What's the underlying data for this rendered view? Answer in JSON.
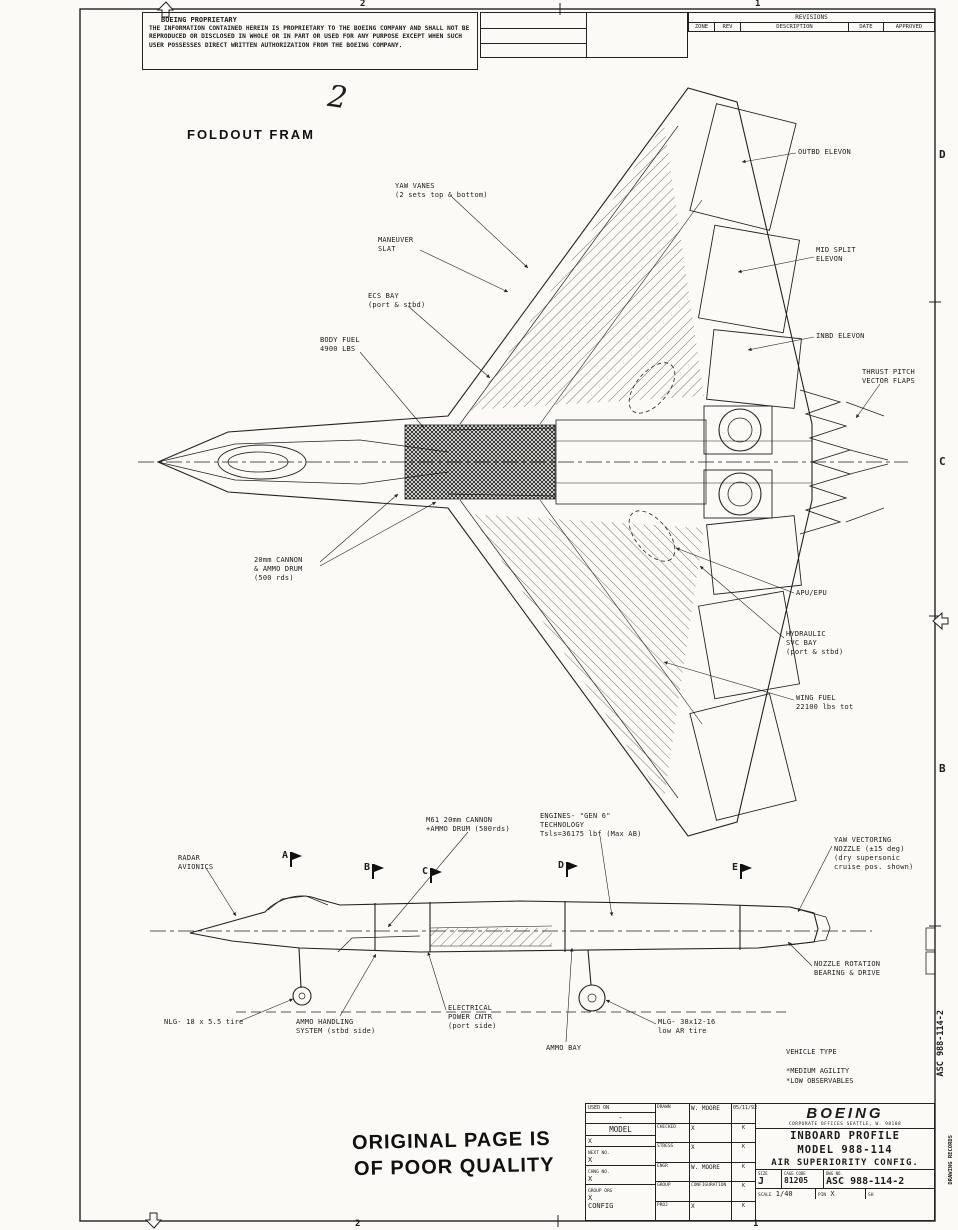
{
  "sheet": {
    "zone_top": [
      "2",
      "1"
    ],
    "zone_bottom": [
      "2",
      "1"
    ],
    "zone_right": [
      "D",
      "C",
      "B"
    ],
    "edge_dwg_no": "ASC 988-114-2",
    "edge_records": "DRAWING RECORDS"
  },
  "handwritten_page_number": "2",
  "foldout_label": "FOLDOUT FRAM",
  "quality_stamp": {
    "line1": "ORIGINAL PAGE IS",
    "line2": "OF POOR QUALITY"
  },
  "proprietary": {
    "title": "BOEING PROPRIETARY",
    "body": "THE INFORMATION CONTAINED HEREIN IS PROPRIETARY TO THE BOEING COMPANY AND SHALL NOT BE REPRODUCED OR DISCLOSED IN WHOLE OR IN PART OR USED FOR ANY PURPOSE EXCEPT WHEN SUCH USER POSSESSES DIRECT WRITTEN AUTHORIZATION FROM THE BOEING COMPANY."
  },
  "revisions": {
    "title": "REVISIONS",
    "headers": {
      "zone": "ZONE",
      "rev": "REV",
      "description": "DESCRIPTION",
      "date": "DATE",
      "approved": "APPROVED"
    }
  },
  "top_view": {
    "callouts": [
      {
        "text": "YAW VANES\n(2 sets top & bottom)"
      },
      {
        "text": "MANEUVER\nSLAT"
      },
      {
        "text": "ECS BAY\n(port & stbd)"
      },
      {
        "text": "BODY FUEL\n4900 LBS"
      },
      {
        "text": "20mm CANNON\n& AMMO DRUM\n(500 rds)"
      },
      {
        "text": "OUTBD ELEVON"
      },
      {
        "text": "MID SPLIT\nELEVON"
      },
      {
        "text": "INBD ELEVON"
      },
      {
        "text": "THRUST PITCH\nVECTOR FLAPS"
      },
      {
        "text": "APU/EPU"
      },
      {
        "text": "HYDRAULIC\nSVC BAY\n(port & stbd)"
      },
      {
        "text": "WING FUEL\n22100 lbs tot"
      }
    ]
  },
  "side_view": {
    "sections": [
      "A",
      "B",
      "C",
      "D",
      "E"
    ],
    "callouts": [
      {
        "text": "RADAR\nAVIONICS"
      },
      {
        "text": "M61 20mm CANNON\n+AMMO DRUM (500rds)"
      },
      {
        "text": "ENGINES- \"GEN 6\"\nTECHNOLOGY\nTsls=36175 lbf (Max AB)"
      },
      {
        "text": "YAW VECTORING\nNOZZLE (±15 deg)\n(dry supersonic\ncruise pos. shown)"
      },
      {
        "text": "NOZZLE ROTATION\nBEARING & DRIVE"
      },
      {
        "text": "NLG- 18 x 5.5 tire"
      },
      {
        "text": "AMMO HANDLING\nSYSTEM (stbd side)"
      },
      {
        "text": "ELECTRICAL\nPOWER CNTR\n(port side)"
      },
      {
        "text": "AMMO BAY"
      },
      {
        "text": "MLG- 38x12-16\nlow AR tire"
      }
    ]
  },
  "vehicle_type": {
    "title": "VEHICLE TYPE",
    "items": [
      "*MEDIUM AGILITY",
      "*LOW OBSERVABLES"
    ]
  },
  "title_block": {
    "used_on_label": "USED ON",
    "model_dash": "-",
    "model_label": "MODEL",
    "model_value": "X",
    "next_label": "NEXT NO.",
    "next_value": "X",
    "chng_label": "CHNG NO.",
    "chng_value": "X",
    "group_label": "GROUP ORG",
    "group_value": "X",
    "group_sub": "CONFIG",
    "sign_rows": [
      {
        "label": "DRAWN",
        "value": "W. MOORE",
        "mark": "05/11/92"
      },
      {
        "label": "CHECKED",
        "value": "X",
        "mark": "K"
      },
      {
        "label": "STRESS",
        "value": "X",
        "mark": "K"
      },
      {
        "label": "ENGR",
        "value": "W. MOORE",
        "mark": "K"
      },
      {
        "label": "GROUP",
        "value": "CONFIGURATION",
        "mark": "K"
      },
      {
        "label": "PROJ",
        "value": "X",
        "mark": "K"
      }
    ],
    "company": "BOEING",
    "company_sub": "CORPORATE OFFICES      SEATTLE, W. 98108",
    "drawing_title_1": "INBOARD PROFILE",
    "drawing_title_2": "MODEL 988-114",
    "drawing_title_3": "AIR SUPERIORITY CONFIG.",
    "size_label": "SIZE",
    "size_value": "J",
    "cage_label": "CAGE CODE",
    "cage_value": "81205",
    "dwg_label": "DWG NO.",
    "dwg_value": "ASC 988-114-2",
    "scale_label": "SCALE",
    "scale_value": "1/40",
    "pin_label": "PIN",
    "pin_value": "X",
    "sh_label": "SH"
  }
}
